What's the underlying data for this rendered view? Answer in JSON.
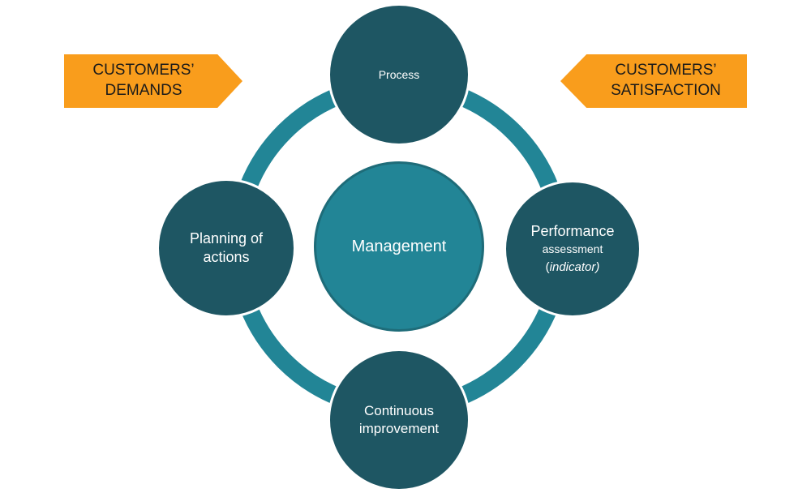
{
  "colors": {
    "ring": "#228596",
    "node_fill": "#1e5663",
    "center_fill": "#228596",
    "arrow_fill": "#f99d1c"
  },
  "arrows": {
    "left": {
      "line1": "CUSTOMERS’",
      "line2": "DEMANDS"
    },
    "right": {
      "line1": "CUSTOMERS’",
      "line2": "SATISFACTION"
    }
  },
  "center": {
    "label": "Management"
  },
  "nodes": {
    "top": {
      "label": "Process"
    },
    "right": {
      "line1": "Performance",
      "line2": "assessment",
      "line3_open": "(",
      "line3_italic": "indicator)"
    },
    "bottom": {
      "line1": "Continuous",
      "line2": "improvement"
    },
    "left": {
      "line1": "Planning of",
      "line2": "actions"
    }
  }
}
